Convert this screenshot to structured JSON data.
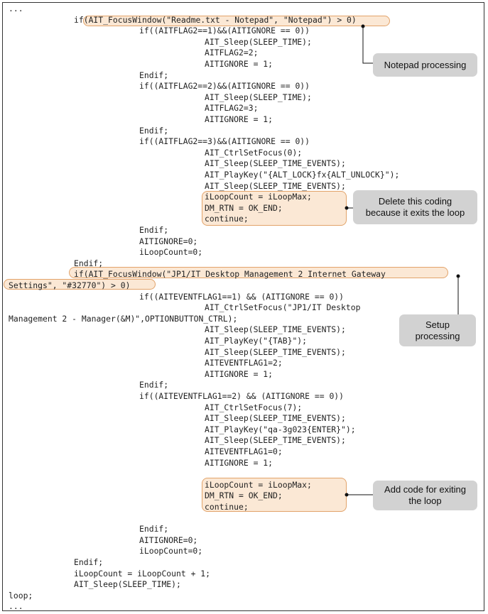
{
  "code_lines": [
    {
      "indent": 0,
      "text": "..."
    },
    {
      "indent": 1,
      "text": "if(AIT_FocusWindow(\"Readme.txt - Notepad\", \"Notepad\") > 0)"
    },
    {
      "indent": 2,
      "text": "if((AITFLAG2==1)&&(AITIGNORE == 0))"
    },
    {
      "indent": 3,
      "text": "AIT_Sleep(SLEEP_TIME);"
    },
    {
      "indent": 3,
      "text": "AITFLAG2=2;"
    },
    {
      "indent": 3,
      "text": "AITIGNORE = 1;"
    },
    {
      "indent": 2,
      "text": "Endif;"
    },
    {
      "indent": 2,
      "text": "if((AITFLAG2==2)&&(AITIGNORE == 0))"
    },
    {
      "indent": 3,
      "text": "AIT_Sleep(SLEEP_TIME);"
    },
    {
      "indent": 3,
      "text": "AITFLAG2=3;"
    },
    {
      "indent": 3,
      "text": "AITIGNORE = 1;"
    },
    {
      "indent": 2,
      "text": "Endif;"
    },
    {
      "indent": 2,
      "text": "if((AITFLAG2==3)&&(AITIGNORE == 0))"
    },
    {
      "indent": 3,
      "text": "AIT_CtrlSetFocus(0);"
    },
    {
      "indent": 3,
      "text": "AIT_Sleep(SLEEP_TIME_EVENTS);"
    },
    {
      "indent": 3,
      "text": "AIT_PlayKey(\"{ALT_LOCK}fx{ALT_UNLOCK}\");"
    },
    {
      "indent": 3,
      "text": "AIT_Sleep(SLEEP_TIME_EVENTS);"
    },
    {
      "indent": 3,
      "text": "iLoopCount = iLoopMax;"
    },
    {
      "indent": 3,
      "text": "DM_RTN = OK_END;"
    },
    {
      "indent": 3,
      "text": "continue;"
    },
    {
      "indent": 2,
      "text": "Endif;"
    },
    {
      "indent": 2,
      "text": "AITIGNORE=0;"
    },
    {
      "indent": 2,
      "text": "iLoopCount=0;"
    },
    {
      "indent": 1,
      "text": "Endif;"
    },
    {
      "indent": 1,
      "text": "if(AIT_FocusWindow(\"JP1/IT Desktop Management 2 Internet Gateway"
    },
    {
      "indent": 0,
      "text": "Settings\", \"#32770\") > 0)"
    },
    {
      "indent": 2,
      "text": "if((AITEVENTFLAG1==1) && (AITIGNORE == 0))"
    },
    {
      "indent": 3,
      "text": "AIT_CtrlSetFocus(\"JP1/IT Desktop"
    },
    {
      "indent": 0,
      "text": "Management 2 - Manager(&M)\",OPTIONBUTTON_CTRL);"
    },
    {
      "indent": 3,
      "text": "AIT_Sleep(SLEEP_TIME_EVENTS);"
    },
    {
      "indent": 3,
      "text": "AIT_PlayKey(\"{TAB}\");"
    },
    {
      "indent": 3,
      "text": "AIT_Sleep(SLEEP_TIME_EVENTS);"
    },
    {
      "indent": 3,
      "text": "AITEVENTFLAG1=2;"
    },
    {
      "indent": 3,
      "text": "AITIGNORE = 1;"
    },
    {
      "indent": 2,
      "text": "Endif;"
    },
    {
      "indent": 2,
      "text": "if((AITEVENTFLAG1==2) && (AITIGNORE == 0))"
    },
    {
      "indent": 3,
      "text": "AIT_CtrlSetFocus(7);"
    },
    {
      "indent": 3,
      "text": "AIT_Sleep(SLEEP_TIME_EVENTS);"
    },
    {
      "indent": 3,
      "text": "AIT_PlayKey(\"qa-3g023{ENTER}\");"
    },
    {
      "indent": 3,
      "text": "AIT_Sleep(SLEEP_TIME_EVENTS);"
    },
    {
      "indent": 3,
      "text": "AITEVENTFLAG1=0;"
    },
    {
      "indent": 3,
      "text": "AITIGNORE = 1;"
    },
    {
      "indent": 0,
      "text": ""
    },
    {
      "indent": 3,
      "text": "iLoopCount = iLoopMax;"
    },
    {
      "indent": 3,
      "text": "DM_RTN = OK_END;"
    },
    {
      "indent": 3,
      "text": "continue;"
    },
    {
      "indent": 0,
      "text": ""
    },
    {
      "indent": 2,
      "text": "Endif;"
    },
    {
      "indent": 2,
      "text": "AITIGNORE=0;"
    },
    {
      "indent": 2,
      "text": "iLoopCount=0;"
    },
    {
      "indent": 1,
      "text": "Endif;"
    },
    {
      "indent": 1,
      "text": "iLoopCount = iLoopCount + 1;"
    },
    {
      "indent": 1,
      "text": "AIT_Sleep(SLEEP_TIME);"
    },
    {
      "indent": 0,
      "text": "loop;"
    },
    {
      "indent": 0,
      "text": "..."
    }
  ],
  "callouts": {
    "notepad": {
      "lines": [
        "Notepad processing"
      ]
    },
    "delete": {
      "lines": [
        "Delete this coding",
        "because it exits the loop"
      ]
    },
    "setup": {
      "lines": [
        "Setup",
        "processing"
      ]
    },
    "add": {
      "lines": [
        "Add code for exiting",
        "the loop"
      ]
    }
  },
  "colors": {
    "highlight_fill": "#fbe8d5",
    "highlight_border": "#e2a36a",
    "callout_fill": "#d2d2d2"
  }
}
